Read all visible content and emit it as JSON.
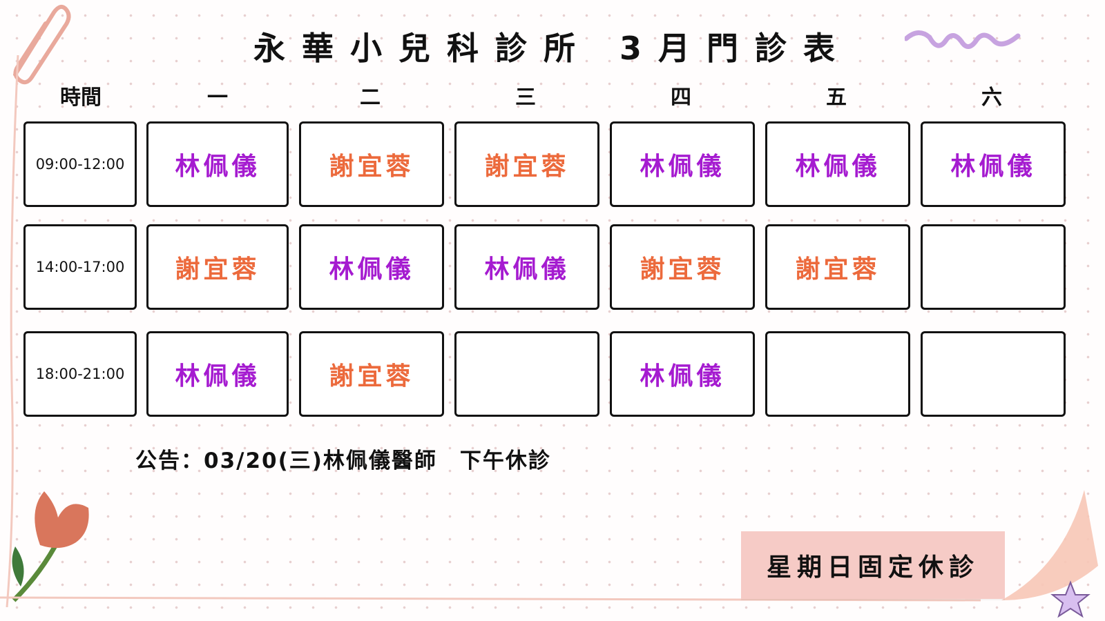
{
  "title": "永華小兒科診所 3月門診表",
  "header": {
    "time_label": "時間",
    "days": [
      "一",
      "二",
      "三",
      "四",
      "五",
      "六"
    ]
  },
  "schedule": [
    {
      "time": "09:00-12:00",
      "doctors": [
        "林佩儀",
        "謝宜蓉",
        "謝宜蓉",
        "林佩儀",
        "林佩儀",
        "林佩儀"
      ]
    },
    {
      "time": "14:00-17:00",
      "doctors": [
        "謝宜蓉",
        "林佩儀",
        "林佩儀",
        "謝宜蓉",
        "謝宜蓉",
        ""
      ]
    },
    {
      "time": "18:00-21:00",
      "doctors": [
        "林佩儀",
        "謝宜蓉",
        "",
        "林佩儀",
        "",
        ""
      ]
    }
  ],
  "doctor_colors": {
    "林佩儀": "#a51bd0",
    "謝宜蓉": "#ec6a3c"
  },
  "notice": "公告：03/20(三)林佩儀醫師　下午休診",
  "closed_badge": "星期日固定休診",
  "decorations": [
    "paperclip-icon",
    "squiggle-icon",
    "flower-icon",
    "star-icon"
  ]
}
